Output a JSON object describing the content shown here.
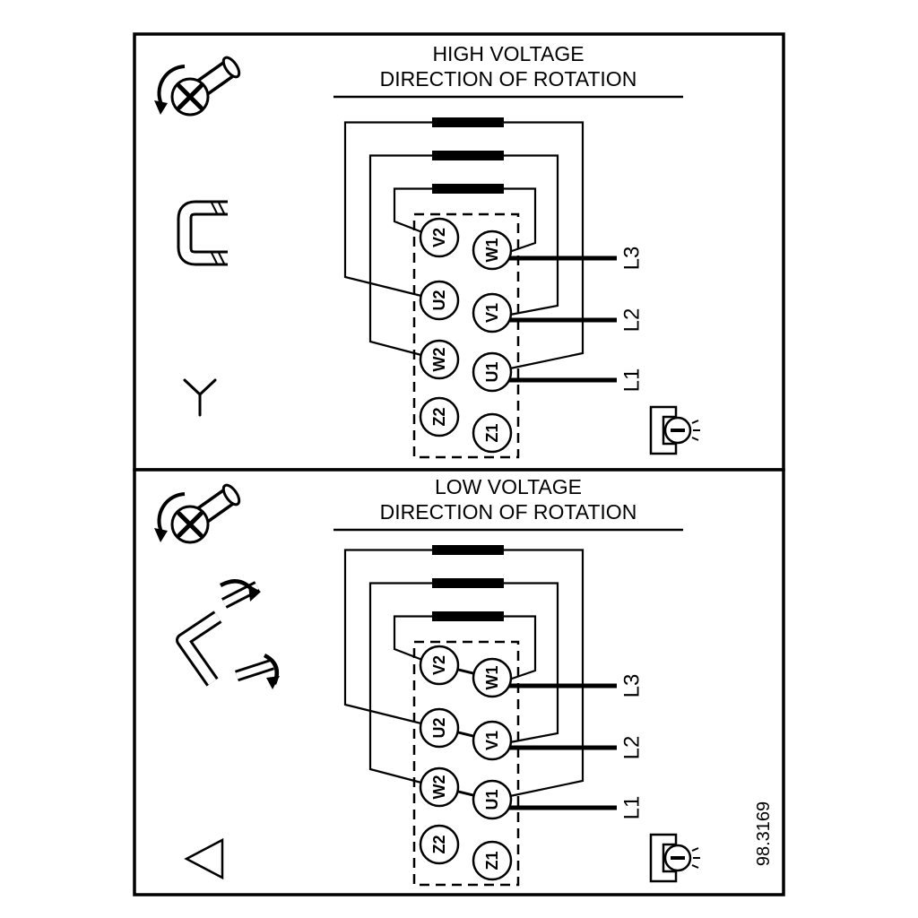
{
  "colors": {
    "ink": "#000000",
    "paper": "#ffffff"
  },
  "high_panel": {
    "title": "HIGH VOLTAGE",
    "subtitle": "DIRECTION OF ROTATION"
  },
  "low_panel": {
    "title": "LOW VOLTAGE",
    "subtitle": "DIRECTION OF ROTATION"
  },
  "terminals": {
    "v2": "V2",
    "u2": "U2",
    "w2": "W2",
    "z2": "Z2",
    "w1": "W1",
    "v1": "V1",
    "u1": "U1",
    "z1": "Z1"
  },
  "supply_lines": {
    "l1": "L1",
    "l2": "L2",
    "l3": "L3"
  },
  "figure_number": "98.3169",
  "icons": {
    "screw_rotation": "screw-with-rotation-arrow-icon",
    "star_link": "terminal-link-bracket-icon",
    "star_symbol": "star-connection-symbol",
    "delta_links": "terminal-links-delta-icon",
    "delta_symbol": "delta-connection-symbol",
    "ground_screw": "terminal-screw-clamp-icon",
    "winding_coil": "motor-winding-coil-bar"
  }
}
